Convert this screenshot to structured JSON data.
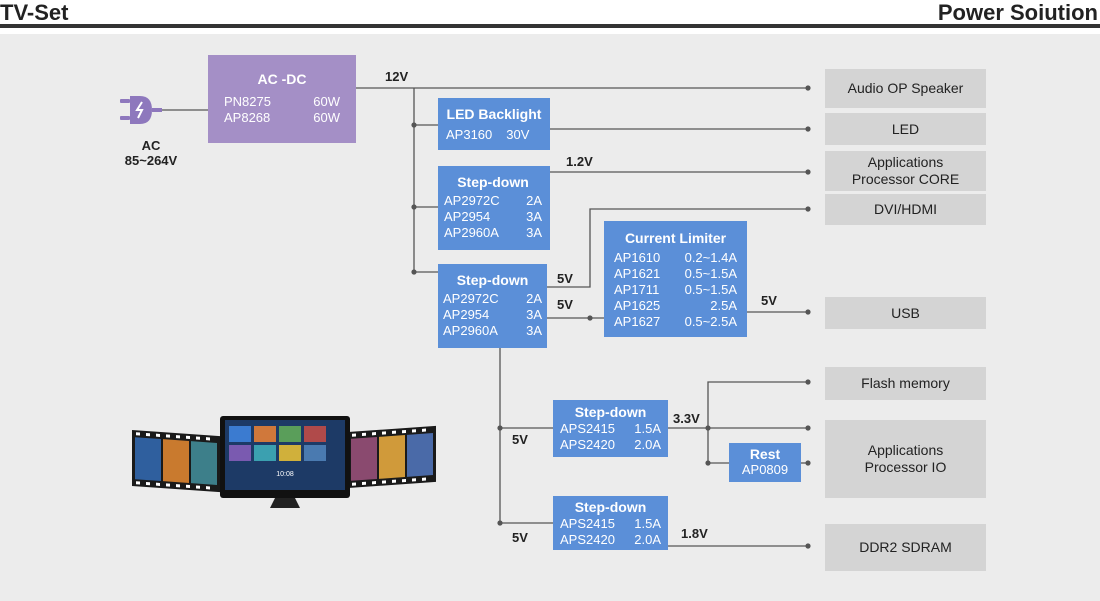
{
  "header": {
    "left_title": "TV-Set",
    "right_title": "Power Soiution"
  },
  "source": {
    "ac_label": "AC",
    "ac_range": "85~264V"
  },
  "acdc": {
    "title": "AC -DC",
    "rows": [
      [
        "PN8275",
        "60W"
      ],
      [
        "AP8268",
        "60W"
      ]
    ]
  },
  "led_backlight": {
    "title": "LED Backlight",
    "rows": [
      [
        "AP3160",
        "30V"
      ]
    ]
  },
  "stepdown1": {
    "title": "Step-down",
    "rows": [
      [
        "AP2972C",
        "2A"
      ],
      [
        "AP2954",
        "3A"
      ],
      [
        "AP2960A",
        "3A"
      ]
    ]
  },
  "stepdown2": {
    "title": "Step-down",
    "rows": [
      [
        "AP2972C",
        "2A"
      ],
      [
        "AP2954",
        "3A"
      ],
      [
        "AP2960A",
        "3A"
      ]
    ]
  },
  "current_limiter": {
    "title": "Current Limiter",
    "rows": [
      [
        "AP1610",
        "0.2~1.4A"
      ],
      [
        "AP1621",
        "0.5~1.5A"
      ],
      [
        "AP1711",
        "0.5~1.5A"
      ],
      [
        "AP1625",
        "2.5A"
      ],
      [
        "AP1627",
        "0.5~2.5A"
      ]
    ]
  },
  "stepdown3": {
    "title": "Step-down",
    "rows": [
      [
        "APS2415",
        "1.5A"
      ],
      [
        "APS2420",
        "2.0A"
      ]
    ]
  },
  "stepdown4": {
    "title": "Step-down",
    "rows": [
      [
        "APS2415",
        "1.5A"
      ],
      [
        "APS2420",
        "2.0A"
      ]
    ]
  },
  "rest": {
    "title": "Rest",
    "part": "AP0809"
  },
  "outputs": {
    "audio": "Audio OP Speaker",
    "led": "LED",
    "app_core": "Applications Processor CORE",
    "dvi": "DVI/HDMI",
    "usb": "USB",
    "flash": "Flash memory",
    "app_io": "Applications Processor IO",
    "ddr": "DDR2 SDRAM"
  },
  "voltages": {
    "v12": "12V",
    "v1_2": "1.2V",
    "v5a": "5V",
    "v5b": "5V",
    "v5c": "5V",
    "v5d": "5V",
    "v5e": "5V",
    "v3_3": "3.3V",
    "v1_8": "1.8V"
  },
  "colors": {
    "acdc": "#a48fc6",
    "blue": "#5b8fd8",
    "output": "#d4d4d4",
    "wire": "#555555"
  },
  "tv_screen": {
    "clock": "10:08"
  }
}
